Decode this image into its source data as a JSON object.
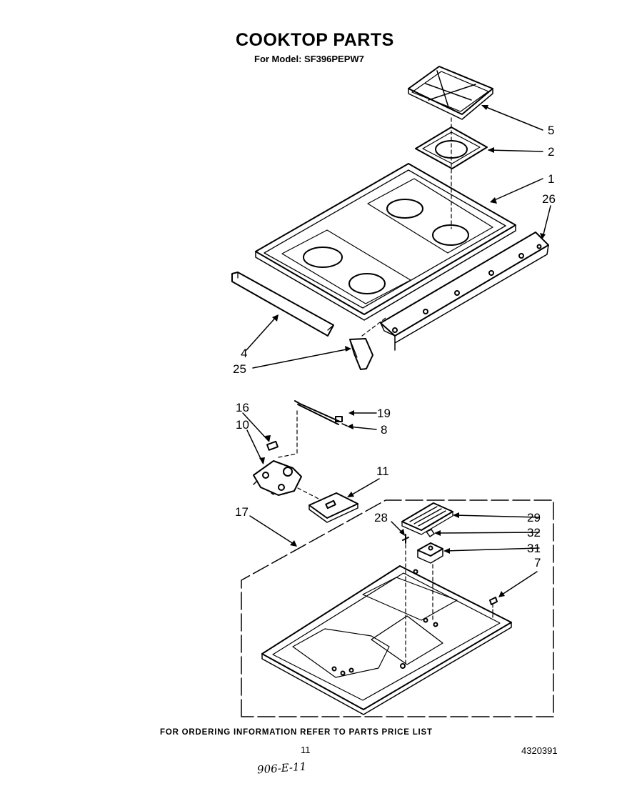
{
  "header": {
    "title": "COOKTOP PARTS",
    "subtitle": "For Model: SF396PEPW7"
  },
  "callouts": {
    "c5": "5",
    "c2": "2",
    "c1": "1",
    "c26": "26",
    "c4": "4",
    "c25": "25",
    "c16": "16",
    "c10": "10",
    "c19": "19",
    "c8": "8",
    "c11": "11",
    "c17": "17",
    "c28": "28",
    "c29": "29",
    "c32": "32",
    "c31": "31",
    "c7": "7"
  },
  "footer": {
    "note": "FOR ORDERING INFORMATION REFER TO PARTS PRICE LIST",
    "page_number": "11",
    "doc_number": "4320391",
    "handwritten": "906-E-11"
  }
}
